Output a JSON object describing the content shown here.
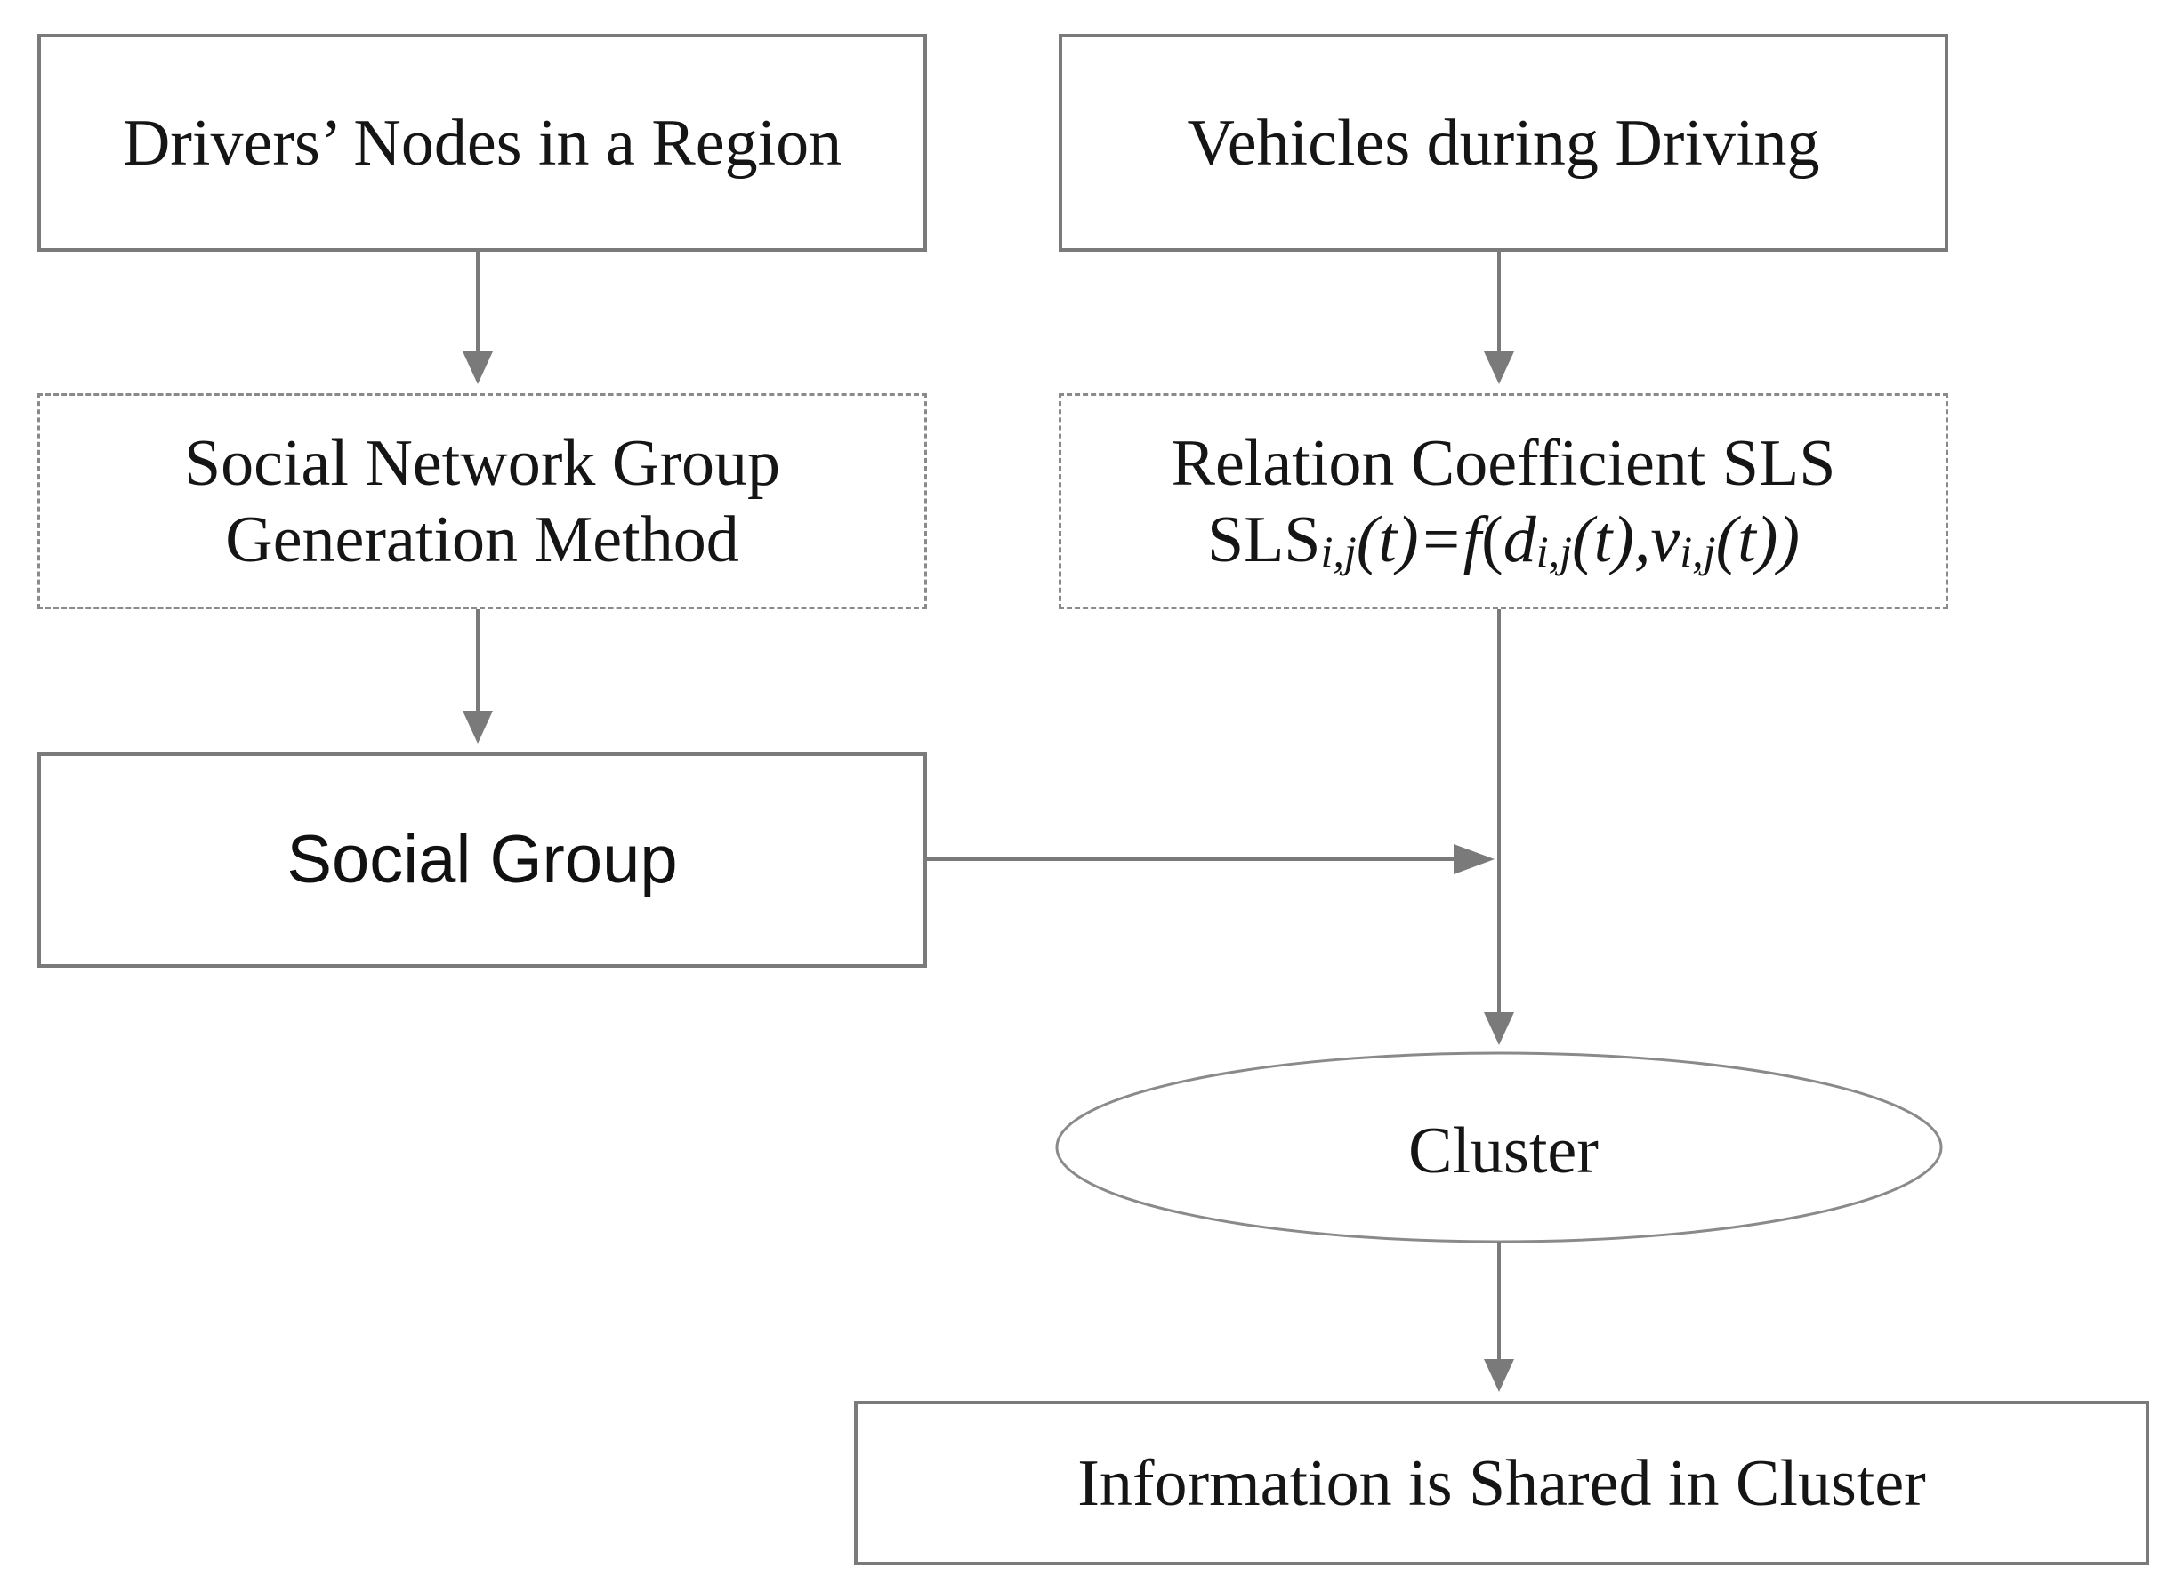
{
  "nodes": {
    "drivers": "Drivers’ Nodes in a Region",
    "vehicles": "Vehicles during Driving",
    "social_method_line1": "Social Network Group",
    "social_method_line2": "Generation Method",
    "relation_line1": "Relation Coefficient SLS",
    "relation_formula": {
      "sls": "SLS",
      "sub_ij": "i,j",
      "t1": "(t)=",
      "f": "f",
      "open": "(",
      "d": "d",
      "sub_ij_2": "i,j",
      "t2": "(t),",
      "v": "v",
      "sub_ij_3": "i,j",
      "t3": "(t))"
    },
    "social_group": "Social Group",
    "cluster": "Cluster",
    "info": "Information is Shared in Cluster"
  },
  "colors": {
    "border": "#7a7a7a",
    "arrow": "#7a7a7a",
    "text": "#151515",
    "background": "#ffffff"
  }
}
